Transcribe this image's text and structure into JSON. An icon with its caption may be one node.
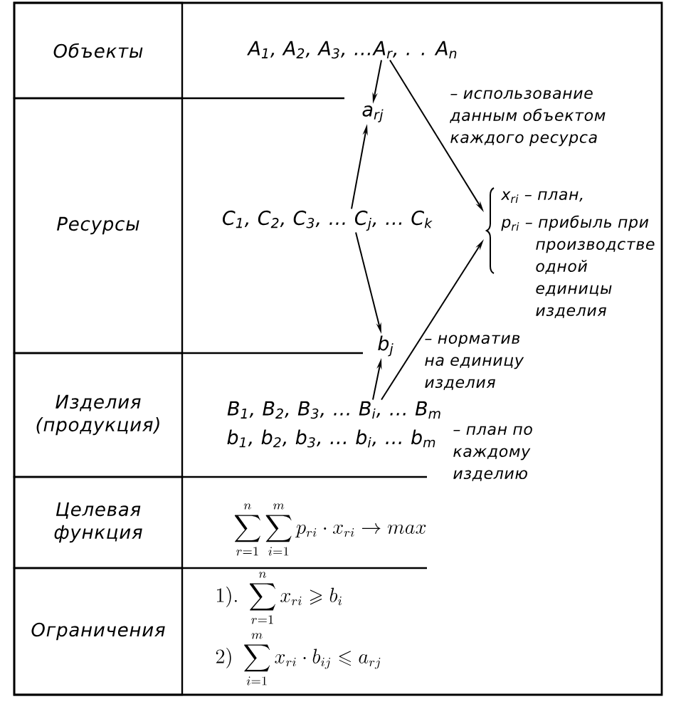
{
  "diagram": {
    "nodes": [
      {
        "text": [
          "Объекты"
        ]
      },
      {
        "text": [
          "Ресурсы"
        ]
      },
      {
        "text": [
          "Изделия (продукция)"
        ]
      },
      {
        "text": [
          "Целевая функция"
        ]
      },
      {
        "text": [
          "Ограничения"
        ]
      },
      {
        "text": [
          "A$_{1}$, A$_{2}$, A$_{3}$, …A$_{r}$, . . A$_{n}$"
        ]
      },
      {
        "text": [
          "a$_{rj}$"
        ]
      },
      {
        "text": [
          "C$_{1}$, C$_{2}$, C$_{3}$, … C$_{j}$, … C$_{k}$"
        ]
      },
      {
        "text": [
          "x$_{ri}$ – план,",
          "p$_{ri}$ – прибыль при производстве одной единицы изделия"
        ]
      },
      {
        "text": [
          "b$_{j}$"
        ]
      },
      {
        "text": [
          "B$_{1}$, B$_{2}$, B$_{3}$, … B$_{i}$, … B$_{m}$"
        ]
      }
    ],
    "edges": [
      {
        "from": 5,
        "to": 6,
        "arrow": "to"
      },
      {
        "from": 5,
        "to": 8,
        "arrow": "to"
      },
      {
        "from": 7,
        "to": 6,
        "arrow": "to"
      },
      {
        "from": 7,
        "to": 9,
        "arrow": "to"
      },
      {
        "from": 10,
        "to": 9,
        "arrow": "to"
      },
      {
        "from": 10,
        "to": 8,
        "arrow": "to"
      }
    ],
    "labels": [
      "– использование данным объектом каждого ресурса",
      "– норматив на единицу изделия",
      "b$_{1}$, b$_{2}$, b$_{3}$, … b$_{i}$, … b$_{m}$",
      "– план по каждому изделию",
      "\\sum_{r=1}^{n}\\sum_{i=1}^{m} p_{ri}\\cdot x_{ri}\\rightarrow max",
      "1).\\ \\sum_{r=1}^{n} x_{ri}\\geqslant b_{i}",
      "2)\\ \\sum_{i=1}^{m} x_{ri}\\cdot b_{ij}\\leqslant a_{rj}"
    ]
  }
}
